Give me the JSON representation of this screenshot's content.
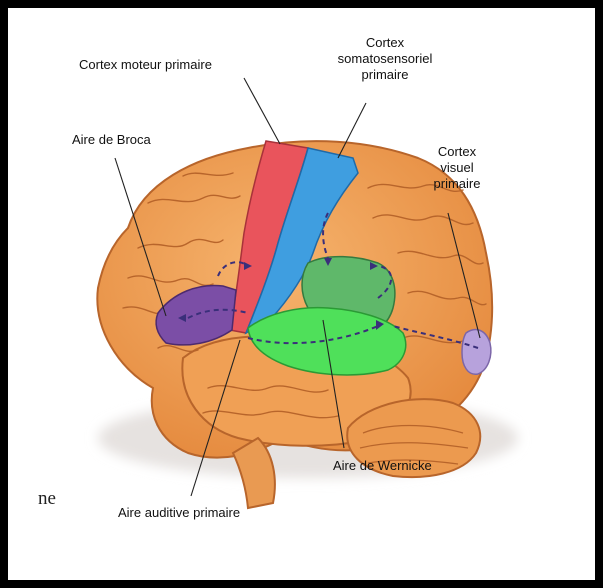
{
  "labels": {
    "motor": "Cortex moteur primaire",
    "somato": [
      "Cortex",
      "somatosensoriel",
      "primaire"
    ],
    "broca": "Aire de Broca",
    "visual": [
      "Cortex",
      "visuel",
      "primaire"
    ],
    "wernicke": "Aire de Wernicke",
    "auditory": "Aire auditive primaire"
  },
  "stray_text": "ne",
  "colors": {
    "cortex": "#f2a45a",
    "motor_area": "#e9545c",
    "somatosensory_area": "#3f9ee0",
    "broca_area": "#7b4ea6",
    "wernicke_area": "#5fb86a",
    "auditory_area": "#4fe05a",
    "visual_area": "#b7a2dc",
    "pathway": "#3a2f7a"
  }
}
